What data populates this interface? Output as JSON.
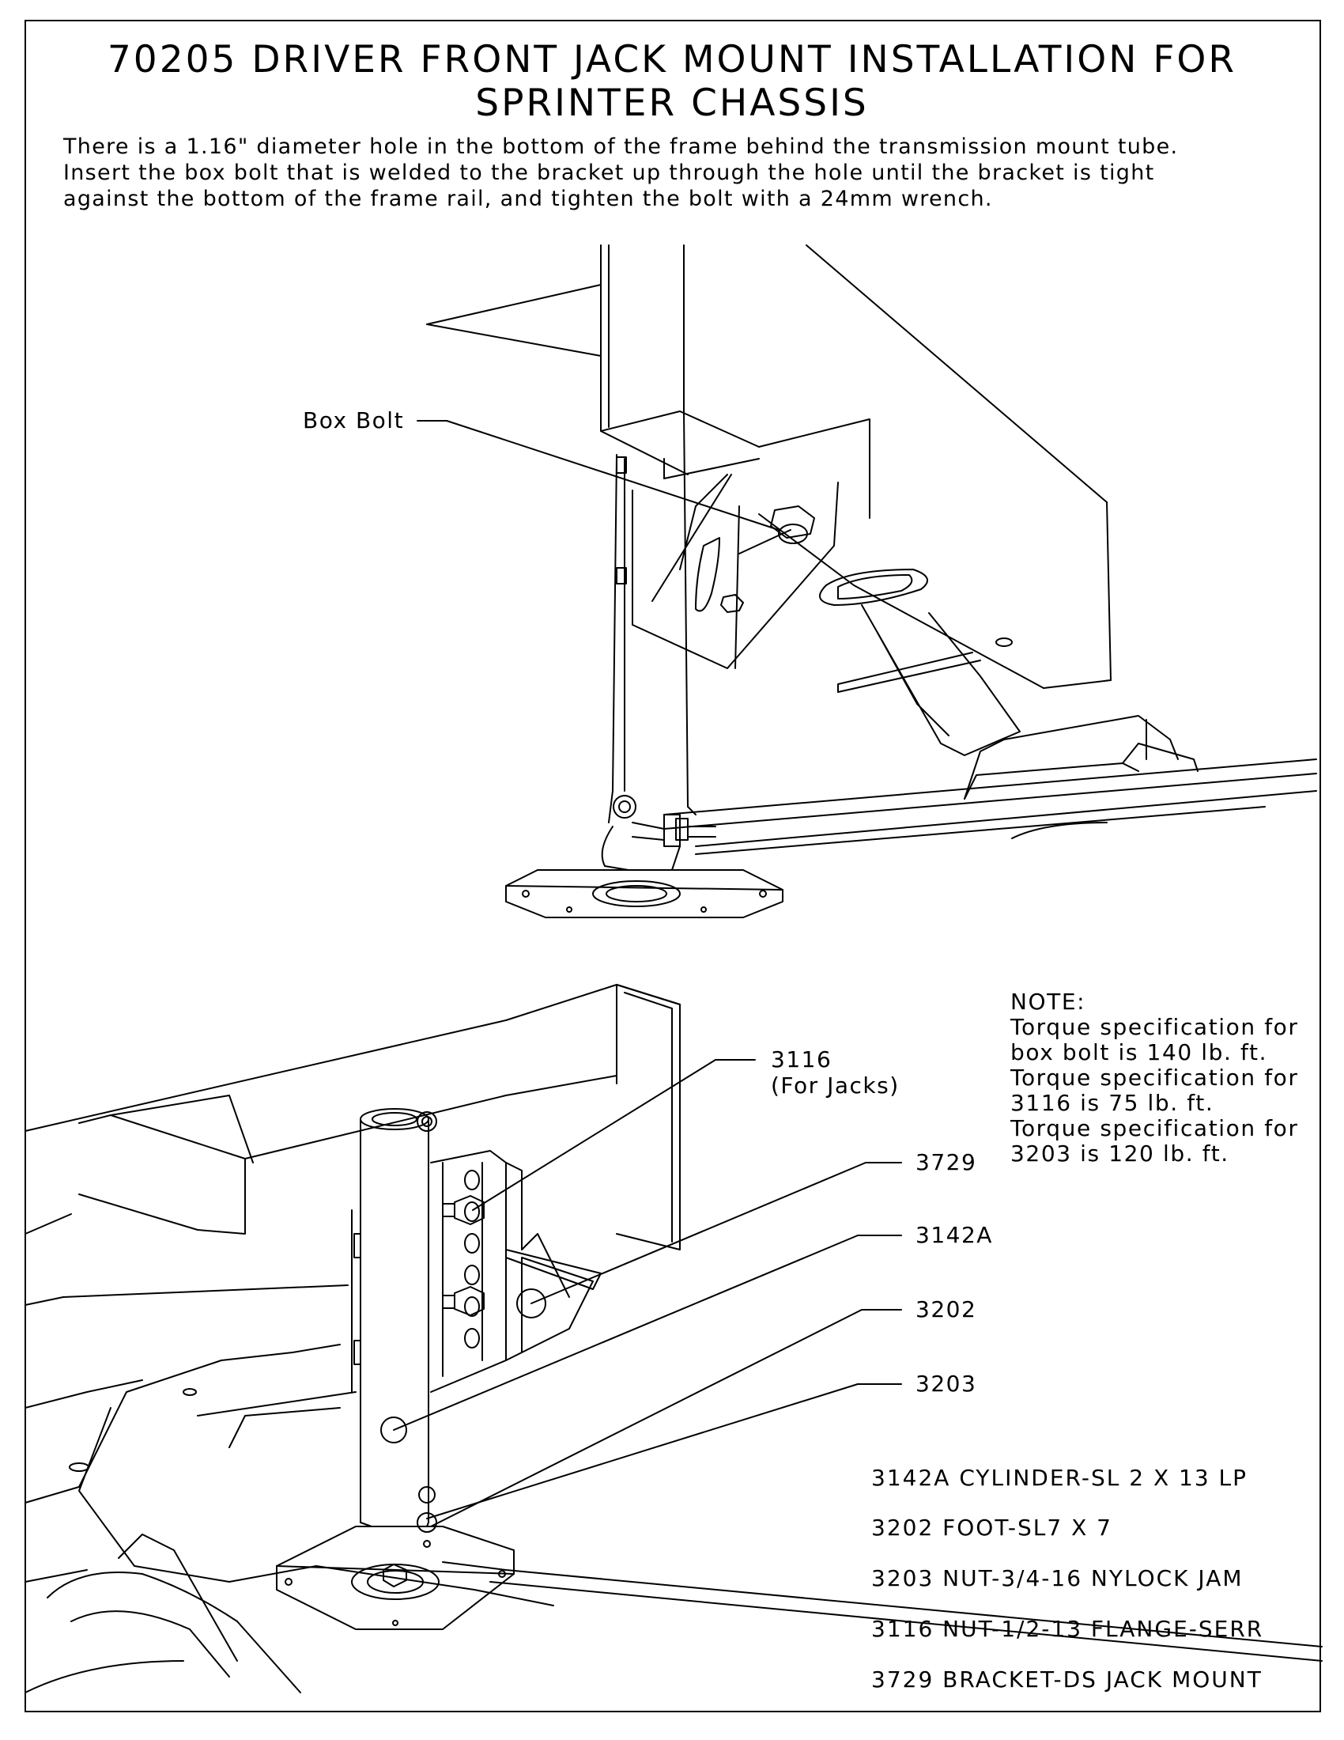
{
  "title": {
    "line1": "70205 DRIVER FRONT JACK MOUNT INSTALLATION FOR",
    "line2": "SPRINTER CHASSIS"
  },
  "instructions": [
    "There is a 1.16\" diameter hole in the bottom of the frame behind the transmission mount tube.",
    "Insert the box bolt that is welded to the bracket up through the hole until the bracket is tight",
    "against the bottom of the frame rail, and tighten the bolt with a 24mm wrench."
  ],
  "callouts": {
    "box_bolt": "Box Bolt",
    "nut_3116": "3116",
    "nut_3116_note": "(For Jacks)",
    "bracket_3729": "3729",
    "cylinder_3142a": "3142A",
    "foot_3202": "3202",
    "nut_3203": "3203"
  },
  "note": {
    "heading": "NOTE:",
    "lines": [
      "Torque specification for",
      "box bolt is 140 lb. ft.",
      "Torque specification for",
      "3116 is 75 lb. ft.",
      "Torque specification for",
      "3203 is 120 lb. ft."
    ]
  },
  "parts_list": [
    "3142A CYLINDER-SL 2 X 13 LP",
    "3202 FOOT-SL7 X 7",
    "3203 NUT-3/4-16 NYLOCK JAM",
    "3116 NUT-1/2-13 FLANGE-SERR",
    "3729 BRACKET-DS JACK MOUNT"
  ]
}
